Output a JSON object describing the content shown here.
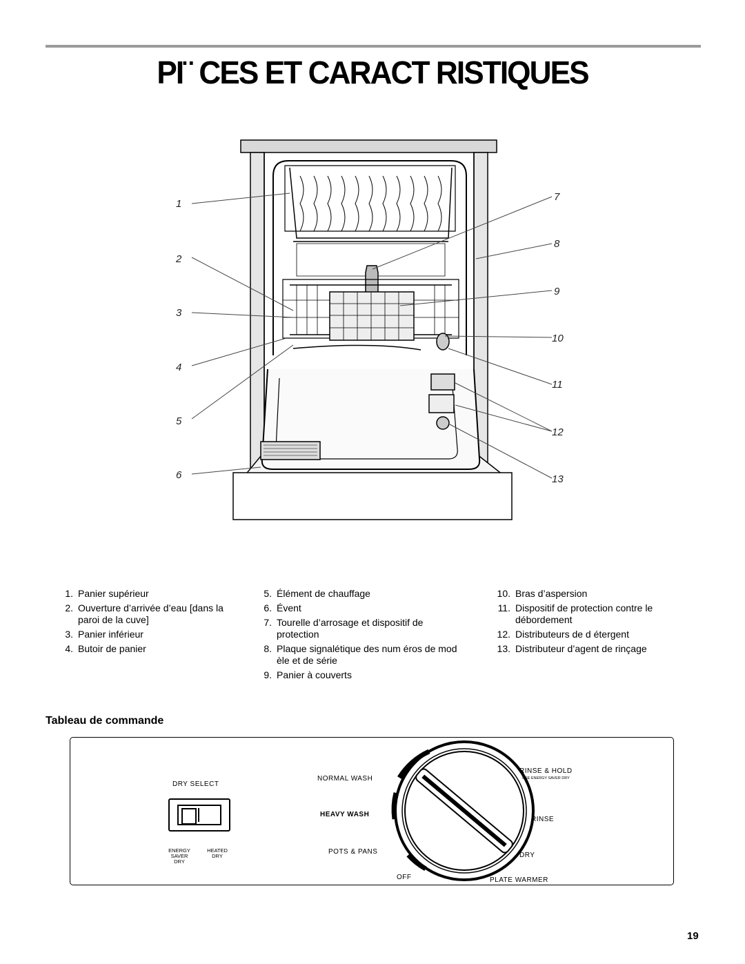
{
  "page": {
    "title": "PI¨ CES ET CARACT RISTIQUES",
    "page_number": "19"
  },
  "diagram": {
    "callouts": [
      "1",
      "2",
      "3",
      "4",
      "5",
      "6",
      "7",
      "8",
      "9",
      "10",
      "11",
      "12",
      "13"
    ]
  },
  "legend": {
    "col1": [
      {
        "num": "1.",
        "text": "Panier supérieur"
      },
      {
        "num": "2.",
        "text": "Ouverture d’arrivée d’eau [dans la paroi de la cuve]"
      },
      {
        "num": "3.",
        "text": "Panier inférieur"
      },
      {
        "num": "4.",
        "text": "Butoir de panier"
      }
    ],
    "col2": [
      {
        "num": "5.",
        "text": "Élément de chauffage"
      },
      {
        "num": "6.",
        "text": "Évent"
      },
      {
        "num": "7.",
        "text": "Tourelle d’arrosage et dispositif de protection"
      },
      {
        "num": "8.",
        "text": "Plaque signalétique des num éros de mod èle et de série"
      },
      {
        "num": "9.",
        "text": "Panier à couverts"
      }
    ],
    "col3": [
      {
        "num": "10.",
        "text": "Bras d’aspersion"
      },
      {
        "num": "11.",
        "text": "Dispositif de protection contre le débordement"
      },
      {
        "num": "12.",
        "text": "Distributeurs de d étergent"
      },
      {
        "num": "13.",
        "text": "Distributeur d’agent de rinçage"
      }
    ]
  },
  "control_panel": {
    "heading": "Tableau de commande",
    "dry_select": "DRY SELECT",
    "energy_saver_dry": "ENERGY SAVER DRY",
    "heated_dry": "HEATED DRY",
    "normal_wash": "NORMAL WASH",
    "heavy_wash": "HEAVY WASH",
    "pots_pans": "POTS & PANS",
    "off": "OFF",
    "rinse_hold": "RINSE & HOLD",
    "use_energy_saver": "USE ENERGY SAVER DRY",
    "rinse": "RINSE",
    "dry": "DRY",
    "plate_warmer": "PLATE WARMER"
  }
}
